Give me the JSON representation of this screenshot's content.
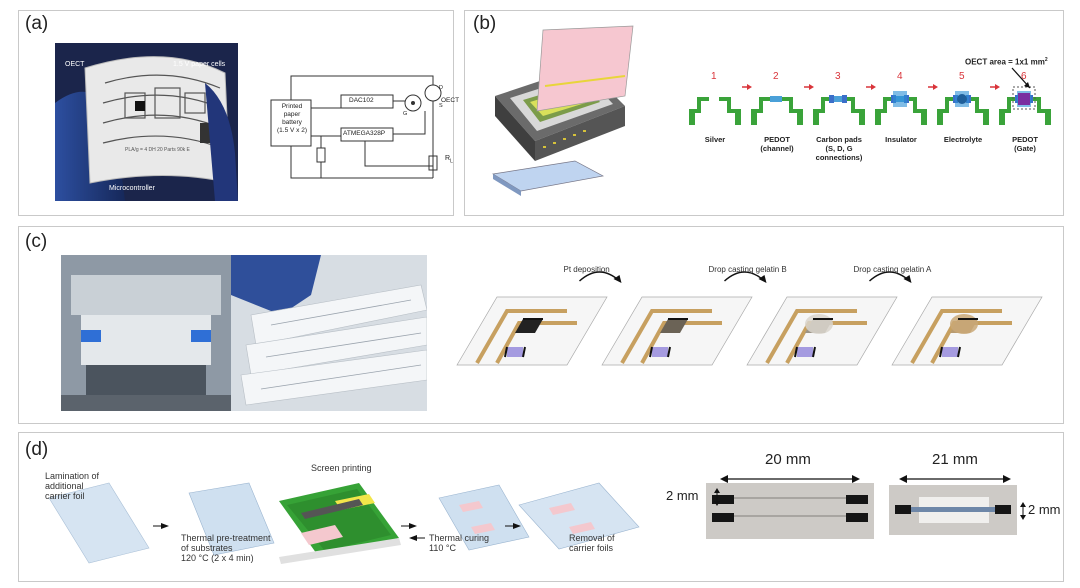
{
  "panels": {
    "a": {
      "label": "(a)",
      "photo_labels": {
        "oect": "OECT",
        "cells": "1.5 V paper cells",
        "micro": "Microcontroller",
        "bottom": "PLA/g = 4 DH 20 Parts 90k E"
      },
      "circuit": {
        "battery": "Printed\npaper\nbattery\n(1.5 V x 2)",
        "dac": "DAC102",
        "mcu": "ATMEGA328P",
        "oect": "OECT",
        "rl": "R",
        "rl_sub": "L",
        "d": "D",
        "s": "S",
        "g": "G"
      }
    },
    "b": {
      "label": "(b)",
      "area_label": "OECT area = 1x1 mm",
      "area_sup": "2",
      "steps": [
        {
          "num": "1",
          "label": "Silver"
        },
        {
          "num": "2",
          "label": "PEDOT\n(channel)"
        },
        {
          "num": "3",
          "label": "Carbon pads\n(S, D, G\nconnections)"
        },
        {
          "num": "4",
          "label": "Insulator"
        },
        {
          "num": "5",
          "label": "Electrolyte"
        },
        {
          "num": "6",
          "label": "PEDOT\n(Gate)"
        }
      ]
    },
    "c": {
      "label": "(c)",
      "steps": [
        "Pt deposition",
        "Drop casting gelatin B",
        "Drop casting gelatin A"
      ]
    },
    "d": {
      "label": "(d)",
      "process": {
        "lamination": "Lamination of\nadditional\ncarrier foil",
        "pretreat": "Thermal pre-treatment\nof substrates\n120 °C (2 x 4 min)",
        "screen": "Screen printing",
        "curing": "Thermal curing\n110 °C",
        "removal": "Removal of\ncarrier foils"
      },
      "dims": {
        "w1": "20 mm",
        "h1": "2 mm",
        "w2": "21 mm",
        "h2": "2 mm"
      }
    }
  },
  "colors": {
    "green": "#3aa33a",
    "pink": "#f4c6cc",
    "yellow": "#f1e24a",
    "blue": "#3b6fc9",
    "red": "#d9343a"
  }
}
